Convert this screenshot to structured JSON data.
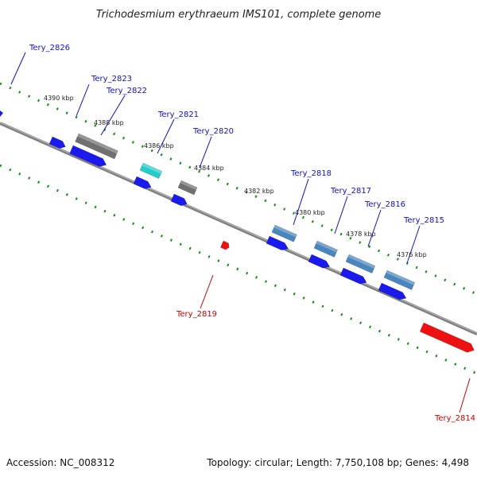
{
  "title": "Trichodesmium erythraeum IMS101, complete genome",
  "footer": {
    "accession": "Accession: NC_008312",
    "topology": "Topology: circular; Length: 7,750,108 bp; Genes: 4,498"
  },
  "colors": {
    "backbone": "#808080",
    "dots": "#1a8a1a",
    "forward_label": "#1010cc",
    "reverse_label": "#cc0000",
    "cds_blue": "#1a1aee",
    "gene_gray": "#707070",
    "gene_cyan": "#22cccc",
    "gene_steel": "#4a86be",
    "gene_red": "#ee1111"
  },
  "scale_labels": [
    "4390 kbp",
    "4388 kbp",
    "4386 kbp",
    "4384 kbp",
    "4382 kbp",
    "4380 kbp",
    "4378 kbp",
    "4376 kbp"
  ],
  "forward_genes": [
    {
      "label": "Tery_2826"
    },
    {
      "label": "Tery_2823"
    },
    {
      "label": "Tery_2822"
    },
    {
      "label": "Tery_2821"
    },
    {
      "label": "Tery_2820"
    },
    {
      "label": "Tery_2818"
    },
    {
      "label": "Tery_2817"
    },
    {
      "label": "Tery_2816"
    },
    {
      "label": "Tery_2815"
    }
  ],
  "reverse_genes": [
    {
      "label": "Tery_2819"
    },
    {
      "label": "Tery_2814"
    }
  ]
}
